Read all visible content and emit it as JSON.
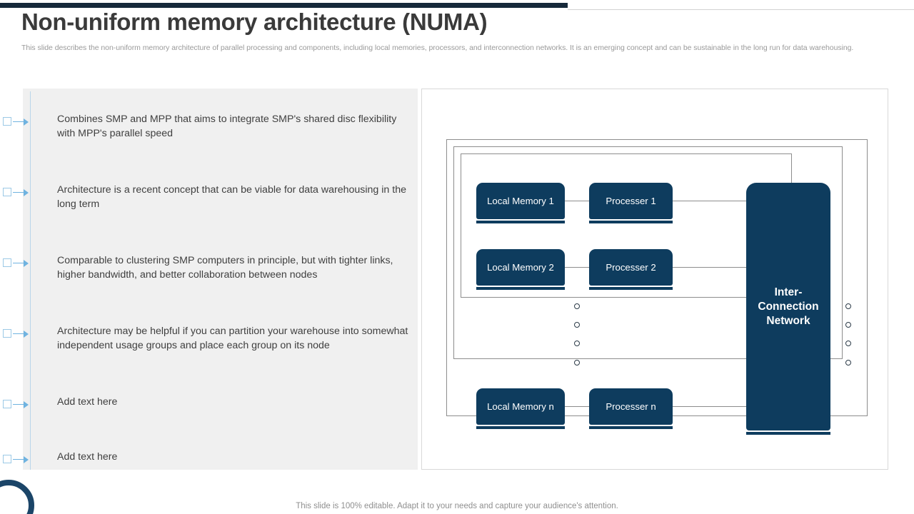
{
  "slide": {
    "title": "Non-uniform memory architecture (NUMA)",
    "subtitle": "This slide describes the non-uniform memory architecture of parallel processing and components, including local memories, processors, and interconnection networks. It is an emerging concept and can be sustainable in the long run for data warehousing.",
    "footer_note": "This slide is 100% editable. Adapt it to your needs and capture your audience's attention."
  },
  "colors": {
    "accent_navy": "#0e3c5e",
    "top_bar": "#16293a",
    "panel_gray": "#f0f0f0",
    "bullet_blue": "#6fb3e0",
    "frame_gray": "#8d8d8d",
    "title_gray": "#3a3a3a",
    "subtitle_gray": "#9a9a9a"
  },
  "bullets": [
    {
      "text": "Combines SMP and MPP that aims to integrate SMP's shared disc flexibility with MPP's parallel speed"
    },
    {
      "text": "Architecture is a recent concept that can be viable for data warehousing in the long term"
    },
    {
      "text": "Comparable to clustering SMP computers in principle, but with tighter links, higher bandwidth, and better collaboration between nodes"
    },
    {
      "text": "Architecture may be helpful if you can partition your warehouse into somewhat independent usage groups and place each group on its node"
    },
    {
      "text": "Add text here"
    },
    {
      "text": "Add text here"
    }
  ],
  "diagram": {
    "memory_nodes": [
      {
        "label": "Local Memory 1"
      },
      {
        "label": "Local Memory 2"
      },
      {
        "label": "Local Memory n"
      }
    ],
    "processor_nodes": [
      {
        "label": "Processer 1"
      },
      {
        "label": "Processer 2"
      },
      {
        "label": "Processer n"
      }
    ],
    "network_node": {
      "label": "Inter-\nConnection\nNetwork"
    },
    "ellipsis_dot_count": 4
  }
}
